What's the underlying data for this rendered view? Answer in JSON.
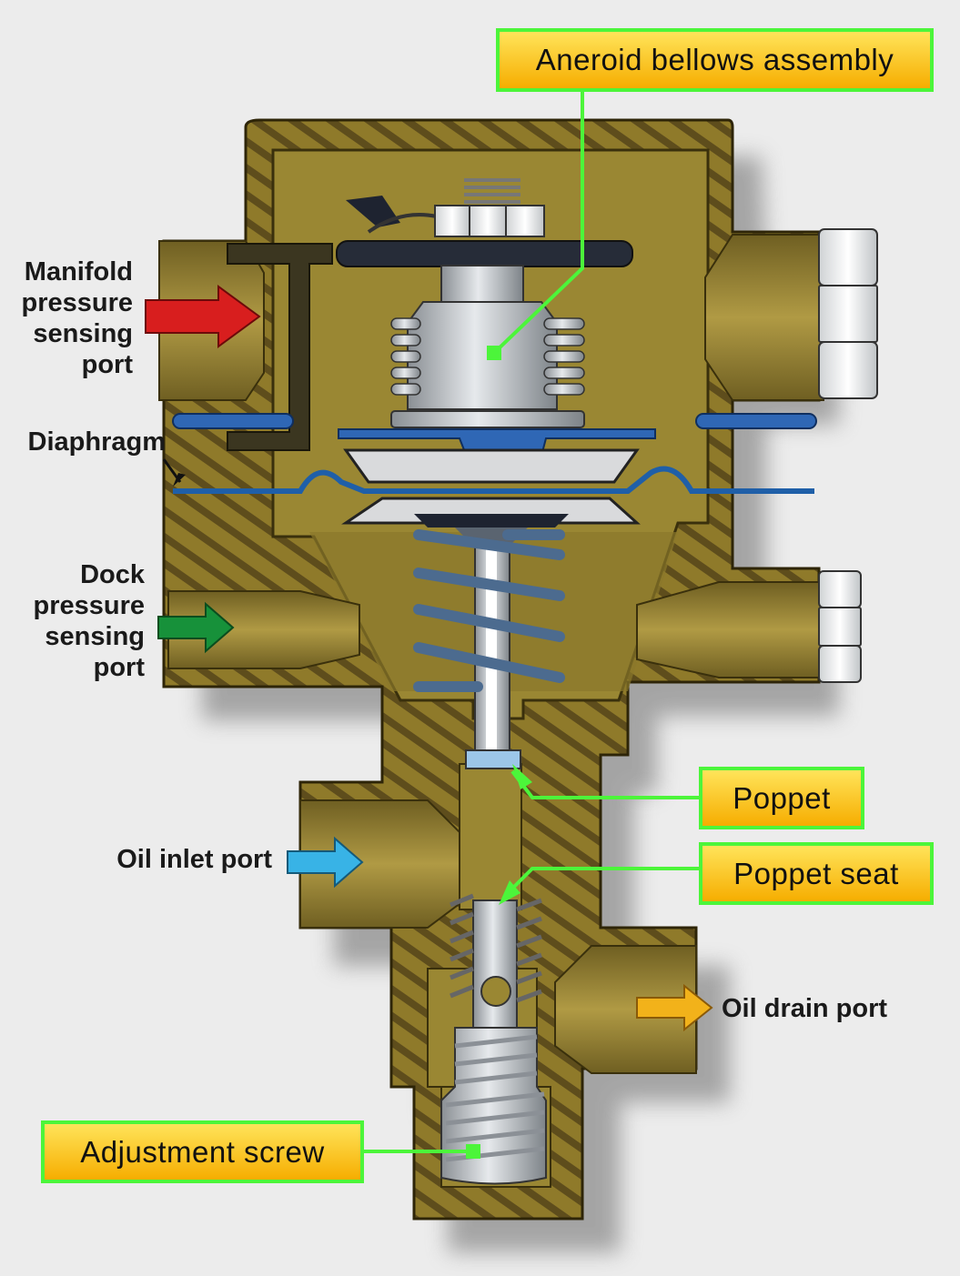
{
  "callouts": {
    "aneroid": "Aneroid bellows assembly",
    "poppet": "Poppet",
    "poppet_seat": "Poppet seat",
    "adjustment_screw": "Adjustment screw"
  },
  "labels": {
    "manifold_port": "Manifold\npressure\nsensing\nport",
    "diaphragm": "Diaphragm",
    "dock_port": "Dock\npressure\nsensing\nport",
    "oil_inlet": "Oil inlet port",
    "oil_drain": "Oil drain port"
  },
  "colors": {
    "body_brass": "#8f7a2a",
    "cavity_olive": "#9a8733",
    "diaphragm_blue": "#1f5fa8",
    "callout_border": "#4cf53a",
    "callout_fill": "#f9c21a",
    "manifold_arrow": "#d81e1e",
    "dock_arrow": "#17913a",
    "inlet_arrow": "#38b3e6",
    "drain_arrow": "#f2b21a"
  }
}
